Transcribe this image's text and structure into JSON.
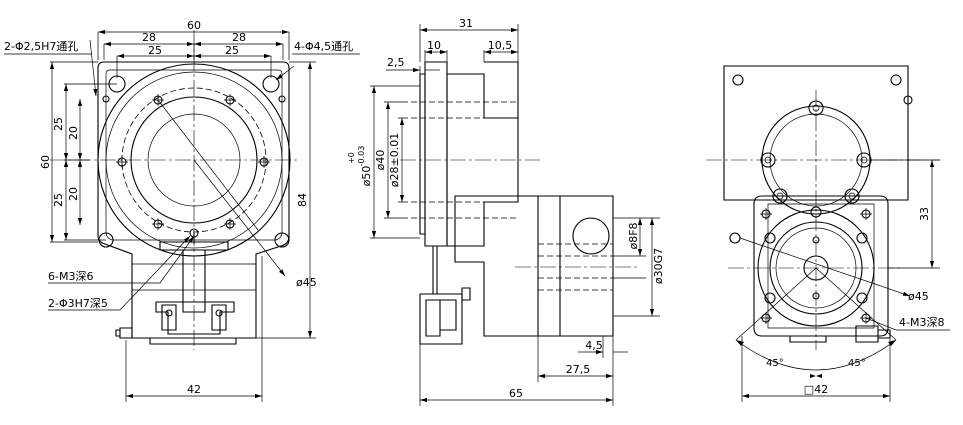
{
  "dims": {
    "front": {
      "w60": "60",
      "w28a": "28",
      "w28b": "28",
      "w25a": "25",
      "w25b": "25",
      "h60": "60",
      "h25a": "25",
      "h20a": "20",
      "h20b": "20",
      "h25b": "25",
      "h84": "84",
      "w42": "42",
      "d45": "ø45"
    },
    "side": {
      "w31": "31",
      "w10": "10",
      "w105": "10,5",
      "w25": "2,5",
      "d50": "ø50",
      "d50_upper": "+0",
      "d50_lower": "-0.03",
      "d40": "ø40",
      "d28": "ø28±0.01",
      "d8": "ø8F8",
      "d30": "ø30G7",
      "w45": "4,5",
      "w275": "27,5",
      "w65": "65"
    },
    "rear": {
      "h33": "33",
      "d45": "ø45",
      "a45l": "45°",
      "a45r": "45°",
      "sq42": "□42"
    }
  },
  "callouts": {
    "hole_2": "2-Φ2,5H7通孔",
    "hole_4": "4-Φ4,5通孔",
    "m3_6": "6-M3深6",
    "pin_2": "2-Φ3H7深5",
    "m3_4": "4-M3深8"
  }
}
